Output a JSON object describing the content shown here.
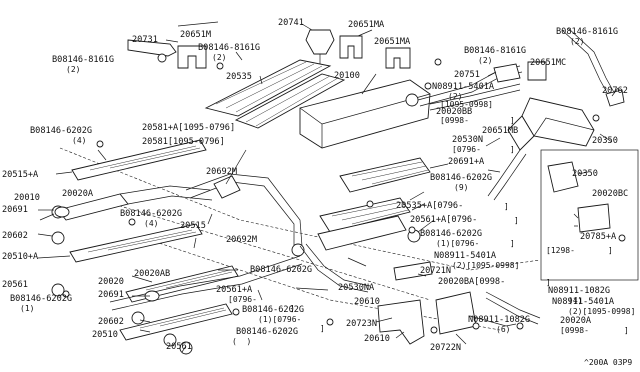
{
  "title": "Exhaust Tube & Muffler",
  "callouts": [
    {
      "text": "20731"
    },
    {
      "text": "20651M"
    },
    {
      "text": "20741"
    },
    {
      "text": "20651MA"
    },
    {
      "text": "B08146-8161G"
    },
    {
      "text": "(2)"
    },
    {
      "text": "B08146-8161G"
    },
    {
      "text": "(2)"
    },
    {
      "text": "20651MA"
    },
    {
      "text": "B08146-8161G"
    },
    {
      "text": "(2)"
    },
    {
      "text": "B08146-8161G"
    },
    {
      "text": "(2)"
    },
    {
      "text": "20535"
    },
    {
      "text": "20100"
    },
    {
      "text": "20751"
    },
    {
      "text": "20651MC"
    },
    {
      "text": "20762"
    },
    {
      "text": "N08911-5401A"
    },
    {
      "text": "(2)"
    },
    {
      "text": "[1095-0998]"
    },
    {
      "text": "20020BB"
    },
    {
      "text": "[0998-"
    },
    {
      "text": "]"
    },
    {
      "text": "20581+A[1095-0796]"
    },
    {
      "text": "20581[1095-0796]"
    },
    {
      "text": "20651MB"
    },
    {
      "text": "20350"
    },
    {
      "text": "B08146-6202G"
    },
    {
      "text": "(4)"
    },
    {
      "text": "20530N"
    },
    {
      "text": "[0796-"
    },
    {
      "text": "]"
    },
    {
      "text": "20691+A"
    },
    {
      "text": "20515+A"
    },
    {
      "text": "20692M"
    },
    {
      "text": "B08146-6202G"
    },
    {
      "text": "(9)"
    },
    {
      "text": "20350"
    },
    {
      "text": "20020BC"
    },
    {
      "text": "20010"
    },
    {
      "text": "20020A"
    },
    {
      "text": "20691"
    },
    {
      "text": "B08146-6202G"
    },
    {
      "text": "(4)"
    },
    {
      "text": "20535+A[0796-"
    },
    {
      "text": "]"
    },
    {
      "text": "20515"
    },
    {
      "text": "20561+A[0796-"
    },
    {
      "text": "]"
    },
    {
      "text": "20602"
    },
    {
      "text": "B08146-6202G"
    },
    {
      "text": "(1)[0796-"
    },
    {
      "text": "]"
    },
    {
      "text": "20785+A"
    },
    {
      "text": "20510+A"
    },
    {
      "text": "20692M"
    },
    {
      "text": "N08911-5401A"
    },
    {
      "text": "(2)[1095-0998]"
    },
    {
      "text": "[1298-"
    },
    {
      "text": "]"
    },
    {
      "text": "20561"
    },
    {
      "text": "20020"
    },
    {
      "text": "20020AB"
    },
    {
      "text": "B08146-6202G"
    },
    {
      "text": "20530NA"
    },
    {
      "text": "20721N"
    },
    {
      "text": "20020BA[0998-"
    },
    {
      "text": "]"
    },
    {
      "text": "N08911-1082G"
    },
    {
      "text": "(4)"
    },
    {
      "text": "B08146-6202G"
    },
    {
      "text": "(1)"
    },
    {
      "text": "20691"
    },
    {
      "text": "20561+A"
    },
    {
      "text": "[0796-"
    },
    {
      "text": "]"
    },
    {
      "text": "20610"
    },
    {
      "text": "N08911-1082G"
    },
    {
      "text": "(6)"
    },
    {
      "text": "N08911-5401A"
    },
    {
      "text": "(2)[1095-0998]"
    },
    {
      "text": "20602"
    },
    {
      "text": "B08146-6202G"
    },
    {
      "text": "(1)[0796-"
    },
    {
      "text": "]"
    },
    {
      "text": "20723N"
    },
    {
      "text": "20020A"
    },
    {
      "text": "[0998-"
    },
    {
      "text": "]"
    },
    {
      "text": "20510"
    },
    {
      "text": "20561"
    },
    {
      "text": "B08146-6202G"
    },
    {
      "text": "(  )"
    },
    {
      "text": "20610"
    },
    {
      "text": "20722N"
    },
    {
      "text": "^200A 03P9"
    }
  ]
}
